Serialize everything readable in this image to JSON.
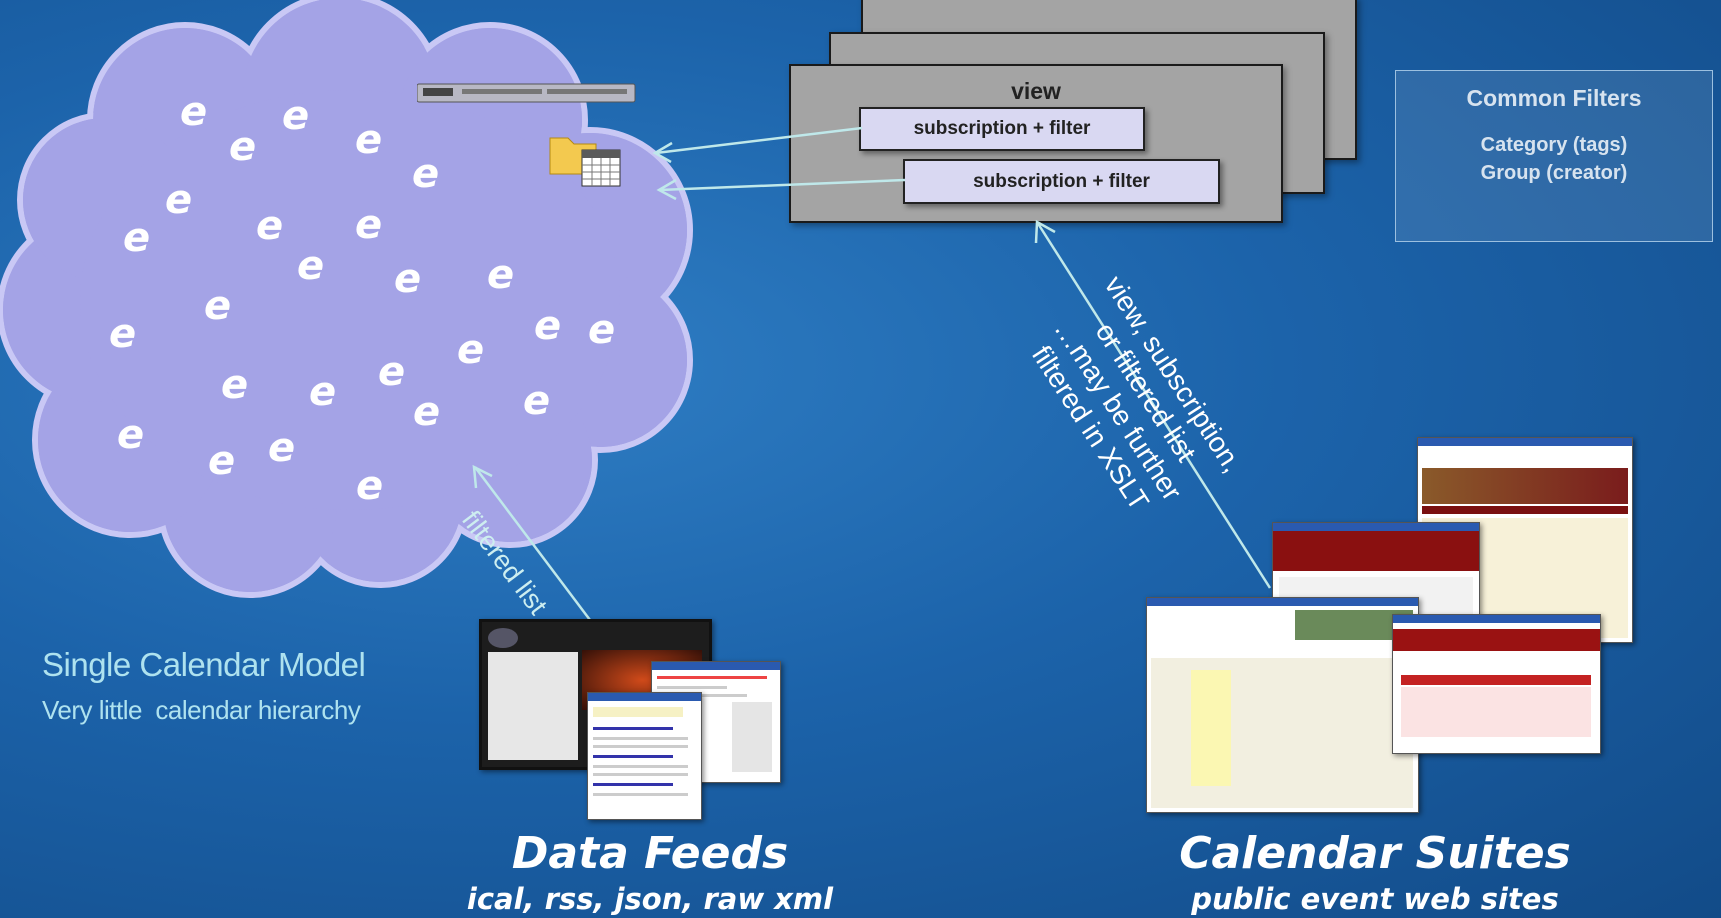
{
  "view_card": {
    "title": "view"
  },
  "subscriptions": [
    "subscription + filter",
    "subscription + filter"
  ],
  "common_filters": {
    "title": "Common Filters",
    "items": [
      "Category (tags)",
      "Group (creator)"
    ]
  },
  "cloud": {
    "event_glyph": "e"
  },
  "labels": {
    "model_title": "Single Calendar Model",
    "model_subtitle": "Very little  calendar hierarchy",
    "filtered_list": "filtered list",
    "diag_line1": "view, subscription,",
    "diag_line2": "or filtered  list",
    "diag_line3": "…may be further",
    "diag_line4": "filtered in XSLT"
  },
  "data_feeds": {
    "title": "Data Feeds",
    "subtitle": "ical, rss, json, raw xml"
  },
  "calendar_suites": {
    "title": "Calendar Suites",
    "subtitle": "public event web sites"
  },
  "colors": {
    "background": "#1c63aa",
    "cloud": "#a4a3e6",
    "card": "#a4a4a4",
    "subscription_box": "#d9d8f2",
    "arrow": "#bfe8ea"
  }
}
